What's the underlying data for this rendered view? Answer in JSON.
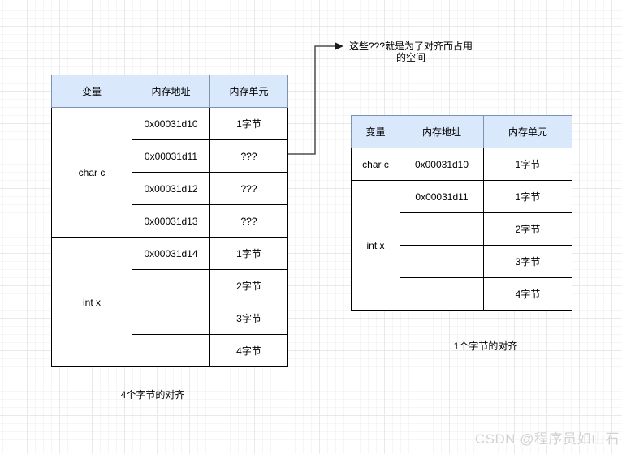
{
  "annotation": {
    "line1": "这些???就是为了对齐而占用",
    "line2": "的空间"
  },
  "tables": [
    {
      "name": "four-byte-alignment-table",
      "headers": [
        "变量",
        "内存地址",
        "内存单元"
      ],
      "groups": [
        {
          "variable": "char c",
          "rows": [
            {
              "address": "0x00031d10",
              "unit": "1字节"
            },
            {
              "address": "0x00031d11",
              "unit": "???"
            },
            {
              "address": "0x00031d12",
              "unit": "???"
            },
            {
              "address": "0x00031d13",
              "unit": "???"
            }
          ]
        },
        {
          "variable": "int x",
          "rows": [
            {
              "address": "0x00031d14",
              "unit": "1字节"
            },
            {
              "address": "",
              "unit": "2字节"
            },
            {
              "address": "",
              "unit": "3字节"
            },
            {
              "address": "",
              "unit": "4字节"
            }
          ]
        }
      ],
      "caption": "4个字节的对齐"
    },
    {
      "name": "one-byte-alignment-table",
      "headers": [
        "变量",
        "内存地址",
        "内存单元"
      ],
      "groups": [
        {
          "variable": "char c",
          "rows": [
            {
              "address": "0x00031d10",
              "unit": "1字节"
            }
          ]
        },
        {
          "variable": "int x",
          "rows": [
            {
              "address": "0x00031d11",
              "unit": "1字节"
            },
            {
              "address": "",
              "unit": "2字节"
            },
            {
              "address": "",
              "unit": "3字节"
            },
            {
              "address": "",
              "unit": "4字节"
            }
          ]
        }
      ],
      "caption": "1个字节的对齐"
    }
  ],
  "watermark": "CSDN @程序员如山石",
  "colors": {
    "header_fill": "#dae8fc",
    "header_border": "#7e93ad",
    "cell_border": "#000000",
    "arrow": "#4d4d4d"
  }
}
